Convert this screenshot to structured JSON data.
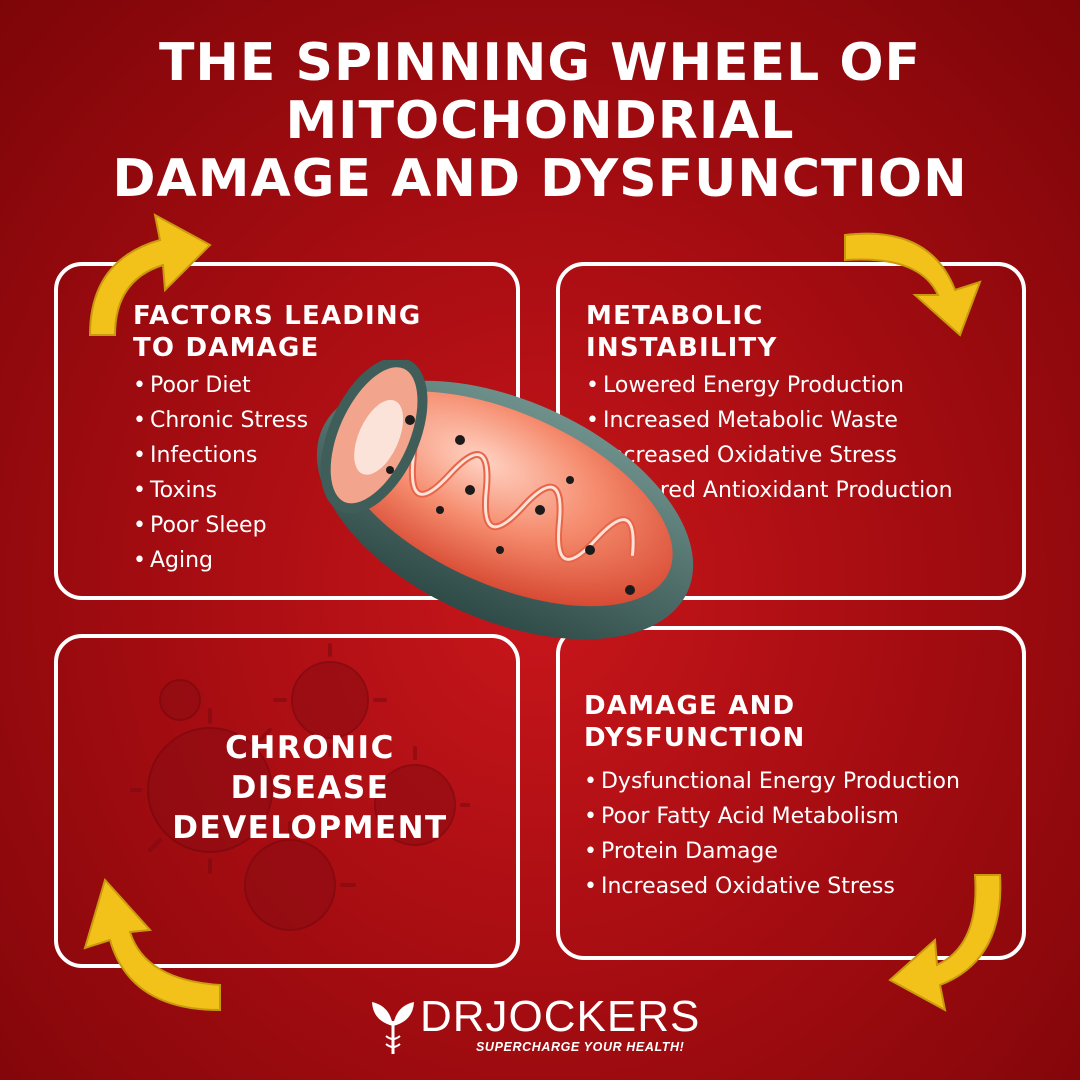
{
  "title": {
    "line1": "THE SPINNING WHEEL OF",
    "line2": "MITOCHONDRIAL",
    "line3": "DAMAGE AND DYSFUNCTION"
  },
  "panels": {
    "factors": {
      "heading_line1": "FACTORS LEADING",
      "heading_line2": "TO DAMAGE",
      "items": [
        "Poor Diet",
        "Chronic Stress",
        "Infections",
        "Toxins",
        "Poor Sleep",
        "Aging"
      ]
    },
    "metabolic": {
      "heading_line1": "METABOLIC",
      "heading_line2": "INSTABILITY",
      "items": [
        "Lowered Energy Production",
        "Increased Metabolic Waste",
        "Increased Oxidative Stress",
        "Lowered Antioxidant Production"
      ]
    },
    "chronic": {
      "line1": "CHRONIC",
      "line2": "DISEASE",
      "line3": "DEVELOPMENT"
    },
    "damage": {
      "heading_line1": "DAMAGE AND",
      "heading_line2": "DYSFUNCTION",
      "items": [
        "Dysfunctional Energy Production",
        "Poor Fatty Acid Metabolism",
        "Protein Damage",
        "Increased Oxidative Stress"
      ]
    }
  },
  "logo": {
    "name": "DRJOCKERS",
    "tagline": "SUPERCHARGE YOUR HEALTH!"
  },
  "colors": {
    "background": "#b3111a",
    "arrow": "#f2c21a",
    "mitochondria_shell": "#4a6e6a",
    "mitochondria_inner": "#f07e63"
  }
}
